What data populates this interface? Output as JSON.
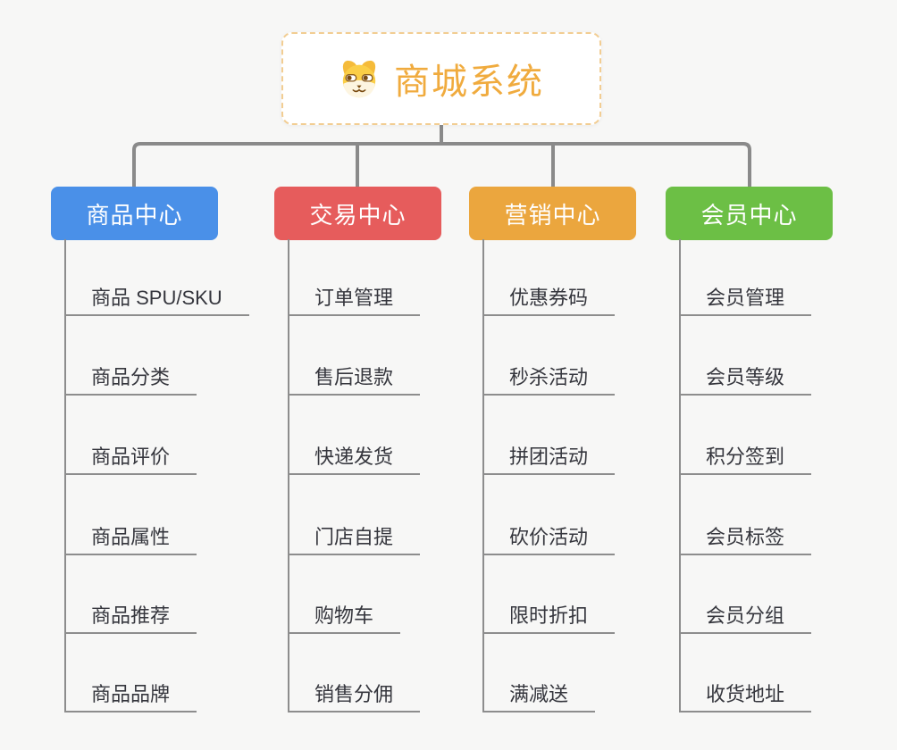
{
  "app": {
    "background_color": "#f7f7f6",
    "connector_color": "#8a8a8a"
  },
  "root": {
    "title": "商城系统",
    "icon": "dog-face-icon",
    "accent_color": "#f0ab3e",
    "border_color": "#f2cd92"
  },
  "branches": [
    {
      "label": "商品中心",
      "color": "#4a90e8",
      "children": [
        "商品 SPU/SKU",
        "商品分类",
        "商品评价",
        "商品属性",
        "商品推荐",
        "商品品牌"
      ]
    },
    {
      "label": "交易中心",
      "color": "#e65c5c",
      "children": [
        "订单管理",
        "售后退款",
        "快递发货",
        "门店自提",
        "购物车",
        "销售分佣"
      ]
    },
    {
      "label": "营销中心",
      "color": "#eba63e",
      "children": [
        "优惠券码",
        "秒杀活动",
        "拼团活动",
        "砍价活动",
        "限时折扣",
        "满减送"
      ]
    },
    {
      "label": "会员中心",
      "color": "#6cbf45",
      "children": [
        "会员管理",
        "会员等级",
        "积分签到",
        "会员标签",
        "会员分组",
        "收货地址"
      ]
    }
  ]
}
